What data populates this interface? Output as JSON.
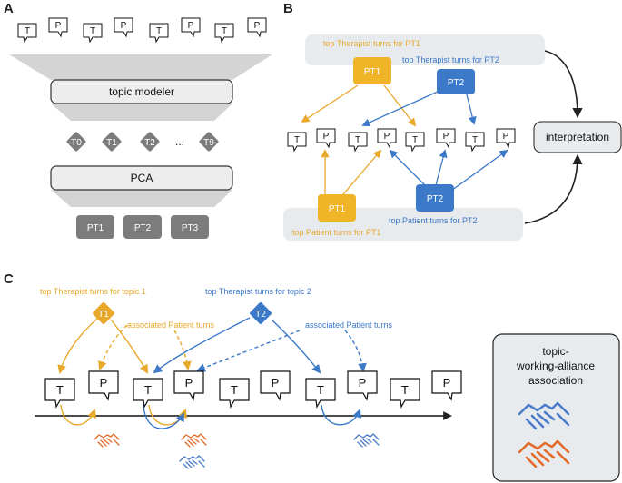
{
  "panels": {
    "a": "A",
    "b": "B",
    "c": "C"
  },
  "bubbles": {
    "t": "T",
    "p": "P"
  },
  "panel_a": {
    "topic_modeler": "topic modeler",
    "topics": [
      "T0",
      "T1",
      "T2",
      "...",
      "T9"
    ],
    "pca": "PCA",
    "pts": [
      "PT1",
      "PT2",
      "PT3"
    ]
  },
  "panel_b": {
    "top_label_orange": "top Therapist turns for PT1",
    "top_label_blue": "top Therapist turns for PT2",
    "pt1": "PT1",
    "pt2": "PT2",
    "interpretation": "interpretation",
    "bottom_label_blue": "top Patient turns for PT2",
    "bottom_label_orange": "top Patient turns for PT1"
  },
  "panel_c": {
    "label_t1": "top Therapist turns for topic 1",
    "label_t2": "top Therapist turns for topic 2",
    "assoc_orange": "associated Patient turns",
    "assoc_blue": "associated Patient turns",
    "t1": "T1",
    "t2": "T2",
    "box_line1": "topic-",
    "box_line2": "working-alliance",
    "box_line3": "association"
  },
  "colors": {
    "orange": "#E8A82A",
    "blue": "#3C79C8",
    "gray_funnel": "#D4D4D4",
    "gray_box": "#E8EBEE",
    "diamond_gray": "#7C7C7C",
    "hand_orange": "#E36B2B",
    "hand_blue": "#4C7CC9"
  }
}
